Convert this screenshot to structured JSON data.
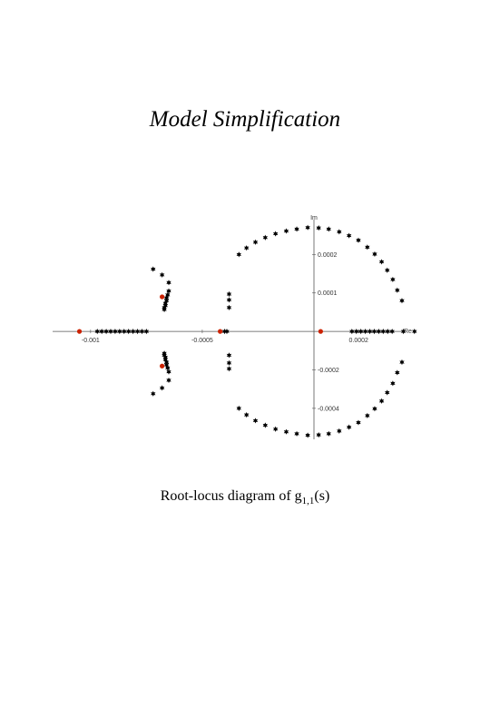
{
  "page": {
    "title": "Model Simplification",
    "caption_prefix": "Root-locus diagram of g",
    "caption_sub": "1,1",
    "caption_suffix": "(s)"
  },
  "chart_data": {
    "type": "scatter",
    "xlabel": "Re",
    "ylabel": "Im",
    "xlim": [
      -0.00117,
      0.00039
    ],
    "ylim": [
      -0.00029,
      0.0003
    ],
    "x_ticks": [
      {
        "value": -0.001,
        "label": "-0.001"
      },
      {
        "value": -0.0005,
        "label": "-0.0005"
      },
      {
        "value": 0.0002,
        "label": "0.0002"
      }
    ],
    "y_ticks": [
      {
        "value": 0.0002,
        "label": "0.0002"
      },
      {
        "value": 0.0001,
        "label": "0.0001"
      },
      {
        "value": -0.0001,
        "label": "-0.0002"
      },
      {
        "value": -0.0002,
        "label": "-0.0004"
      }
    ],
    "grid": false,
    "series": [
      {
        "color": "#000000",
        "marker": "star",
        "points": [
          [
            -0.00097,
            0
          ],
          [
            -0.00095,
            0
          ],
          [
            -0.00093,
            0
          ],
          [
            -0.00091,
            0
          ],
          [
            -0.00089,
            0
          ],
          [
            -0.00087,
            0
          ],
          [
            -0.00085,
            0
          ],
          [
            -0.00083,
            0
          ],
          [
            -0.00081,
            0
          ],
          [
            -0.00079,
            0
          ],
          [
            -0.00077,
            0
          ],
          [
            -0.00075,
            0
          ],
          [
            -0.0004,
            0
          ],
          [
            -0.00039,
            0
          ],
          [
            0.00017,
            0
          ],
          [
            0.00019,
            0
          ],
          [
            0.00021,
            0
          ],
          [
            0.00023,
            0
          ],
          [
            0.00025,
            0
          ],
          [
            0.00027,
            0
          ],
          [
            0.00029,
            0
          ],
          [
            0.00031,
            0
          ],
          [
            0.00033,
            0
          ],
          [
            0.00035,
            0
          ],
          [
            0.0004,
            0
          ],
          [
            0.00045,
            0
          ],
          [
            -0.00072,
            0.000162
          ],
          [
            -0.00068,
            0.000147
          ],
          [
            -0.00065,
            0.000127
          ],
          [
            -0.00065,
            0.000105
          ],
          [
            -0.000655,
            9.5e-05
          ],
          [
            -0.00066,
            8.7e-05
          ],
          [
            -0.00066,
            8e-05
          ],
          [
            -0.000665,
            7.3e-05
          ],
          [
            -0.000665,
            6.7e-05
          ],
          [
            -0.00067,
            6.2e-05
          ],
          [
            -0.00067,
            5.7e-05
          ],
          [
            -0.00072,
            -0.000162
          ],
          [
            -0.00068,
            -0.000147
          ],
          [
            -0.00065,
            -0.000127
          ],
          [
            -0.00065,
            -0.000105
          ],
          [
            -0.000655,
            -9.5e-05
          ],
          [
            -0.00066,
            -8.7e-05
          ],
          [
            -0.00066,
            -8e-05
          ],
          [
            -0.000665,
            -7.3e-05
          ],
          [
            -0.000665,
            -6.7e-05
          ],
          [
            -0.00067,
            -6.2e-05
          ],
          [
            -0.00067,
            -5.7e-05
          ],
          [
            -0.00038,
            9.7e-05
          ],
          [
            -0.00038,
            8.2e-05
          ],
          [
            -0.00038,
            6.2e-05
          ],
          [
            -0.00038,
            -6.2e-05
          ],
          [
            -0.00038,
            -8.2e-05
          ],
          [
            -0.00038,
            -9.7e-05
          ],
          [
            -0.000336,
            0.0002
          ],
          [
            -0.000302,
            0.000217
          ],
          [
            -0.000262,
            0.000232
          ],
          [
            -0.000218,
            0.000244
          ],
          [
            -0.000172,
            0.000254
          ],
          [
            -0.000124,
            0.000261
          ],
          [
            -7.7e-05,
            0.000266
          ],
          [
            -2.8e-05,
            0.00027
          ],
          [
            2.1e-05,
            0.000269
          ],
          [
            6.6e-05,
            0.000266
          ],
          [
            0.000113,
            0.000259
          ],
          [
            0.000157,
            0.000249
          ],
          [
            0.000199,
            0.000237
          ],
          [
            0.000239,
            0.000219
          ],
          [
            0.000272,
            0.000201
          ],
          [
            0.000303,
            0.000181
          ],
          [
            0.000328,
            0.000159
          ],
          [
            0.000353,
            0.000135
          ],
          [
            0.000373,
            0.000107
          ],
          [
            0.000394,
            8e-05
          ],
          [
            -0.000336,
            -0.0002
          ],
          [
            -0.000302,
            -0.000217
          ],
          [
            -0.000262,
            -0.000232
          ],
          [
            -0.000218,
            -0.000244
          ],
          [
            -0.000172,
            -0.000254
          ],
          [
            -0.000124,
            -0.000261
          ],
          [
            -7.7e-05,
            -0.000266
          ],
          [
            -2.8e-05,
            -0.00027
          ],
          [
            2.1e-05,
            -0.000269
          ],
          [
            6.6e-05,
            -0.000266
          ],
          [
            0.000113,
            -0.000259
          ],
          [
            0.000157,
            -0.000249
          ],
          [
            0.000199,
            -0.000237
          ],
          [
            0.000239,
            -0.000219
          ],
          [
            0.000272,
            -0.000201
          ],
          [
            0.000303,
            -0.000181
          ],
          [
            0.000328,
            -0.000159
          ],
          [
            0.000353,
            -0.000135
          ],
          [
            0.000373,
            -0.000107
          ],
          [
            0.000394,
            -8e-05
          ]
        ]
      },
      {
        "color": "#cc2200",
        "marker": "dot",
        "points": [
          [
            -0.00105,
            0
          ],
          [
            -0.00042,
            0
          ],
          [
            3e-05,
            0
          ],
          [
            -0.00068,
            9e-05
          ],
          [
            -0.00068,
            -9e-05
          ]
        ]
      }
    ]
  }
}
